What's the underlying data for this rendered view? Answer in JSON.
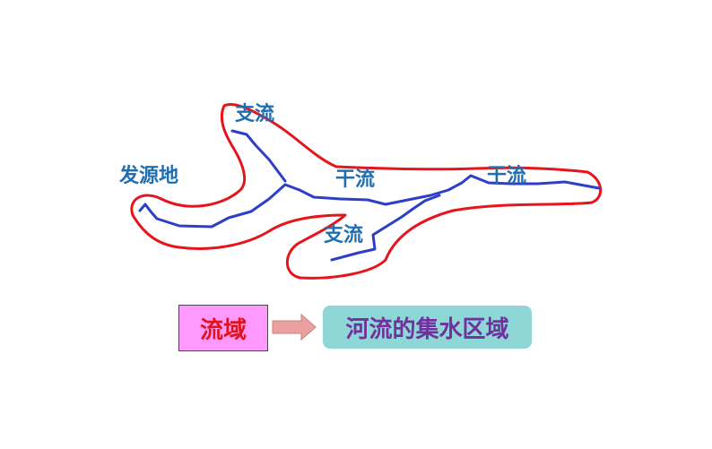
{
  "labels": {
    "source": "发源地",
    "tributary_top": "支流",
    "tributary_bottom": "支流",
    "mainstream_mid": "干流",
    "mainstream_right": "干流"
  },
  "definition": {
    "term": "流域",
    "meaning": "河流的集水区域"
  },
  "colors": {
    "boundary": "#e8141c",
    "river": "#2d3fc8",
    "label_text": "#1f6fb0",
    "term_bg": "#ff99ff",
    "term_text": "#e0141c",
    "meaning_bg": "#8fd6d6",
    "meaning_text": "#7030a0",
    "arrow": "#e8a0a0"
  }
}
